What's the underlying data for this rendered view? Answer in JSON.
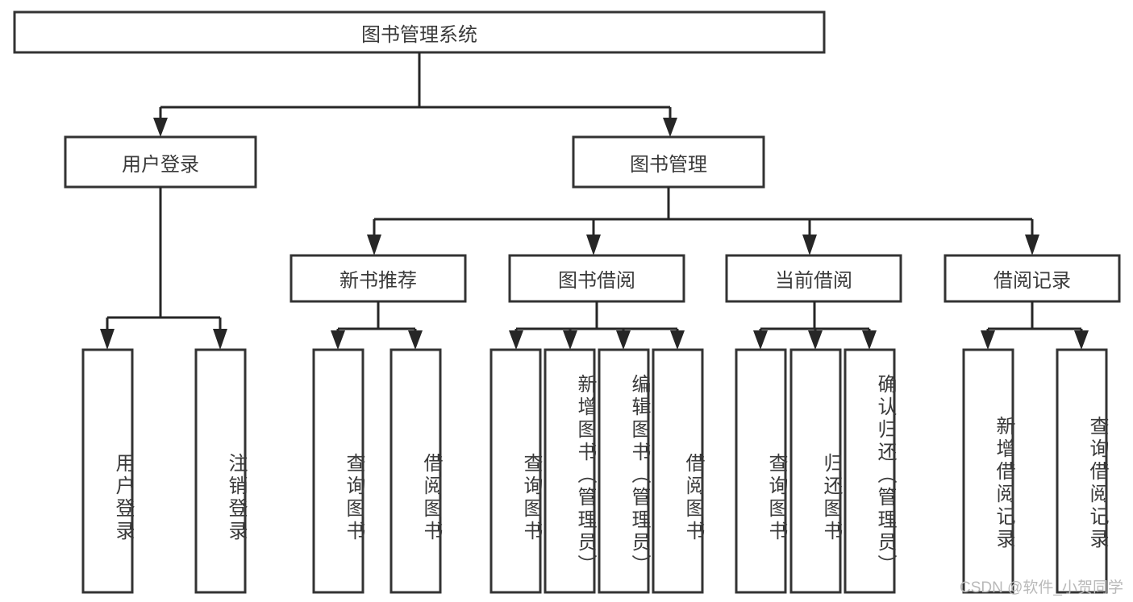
{
  "diagram": {
    "title": "图书管理系统",
    "type": "tree-hierarchy",
    "root": {
      "id": "root",
      "label": "图书管理系统"
    },
    "level2": [
      {
        "id": "user-login",
        "label": "用户登录"
      },
      {
        "id": "book-manage",
        "label": "图书管理"
      }
    ],
    "level3": [
      {
        "id": "new-book-recommend",
        "label": "新书推荐",
        "parent": "book-manage"
      },
      {
        "id": "book-borrow",
        "label": "图书借阅",
        "parent": "book-manage"
      },
      {
        "id": "current-borrow",
        "label": "当前借阅",
        "parent": "book-manage"
      },
      {
        "id": "borrow-record",
        "label": "借阅记录",
        "parent": "book-manage"
      }
    ],
    "leaves": {
      "user_login": [
        {
          "id": "leaf-user-login",
          "label": "用户登录"
        },
        {
          "id": "leaf-logout",
          "label": "注销登录"
        }
      ],
      "new_book_recommend": [
        {
          "id": "leaf-query-book-1",
          "label": "查询图书"
        },
        {
          "id": "leaf-borrow-book-1",
          "label": "借阅图书"
        }
      ],
      "book_borrow": [
        {
          "id": "leaf-query-book-2",
          "label": "查询图书"
        },
        {
          "id": "leaf-add-book",
          "label": "新增图书（管理员）"
        },
        {
          "id": "leaf-edit-book",
          "label": "编辑图书（管理员）"
        },
        {
          "id": "leaf-borrow-book-2",
          "label": "借阅图书"
        }
      ],
      "current_borrow": [
        {
          "id": "leaf-query-book-3",
          "label": "查询图书"
        },
        {
          "id": "leaf-return-book",
          "label": "归还图书"
        },
        {
          "id": "leaf-confirm-return",
          "label": "确认归还（管理员）"
        }
      ],
      "borrow_record": [
        {
          "id": "leaf-add-record",
          "label": "新增借阅记录"
        },
        {
          "id": "leaf-query-record",
          "label": "查询借阅记录"
        }
      ]
    }
  },
  "watermark": {
    "text": "CSDN @软件_小贺同学"
  },
  "colors": {
    "box_stroke": "#333333",
    "box_fill": "#ffffff",
    "connector": "#262626",
    "label_text": "#3a3a3a",
    "watermark_text": "#b9b9b9",
    "background": "#ffffff"
  }
}
